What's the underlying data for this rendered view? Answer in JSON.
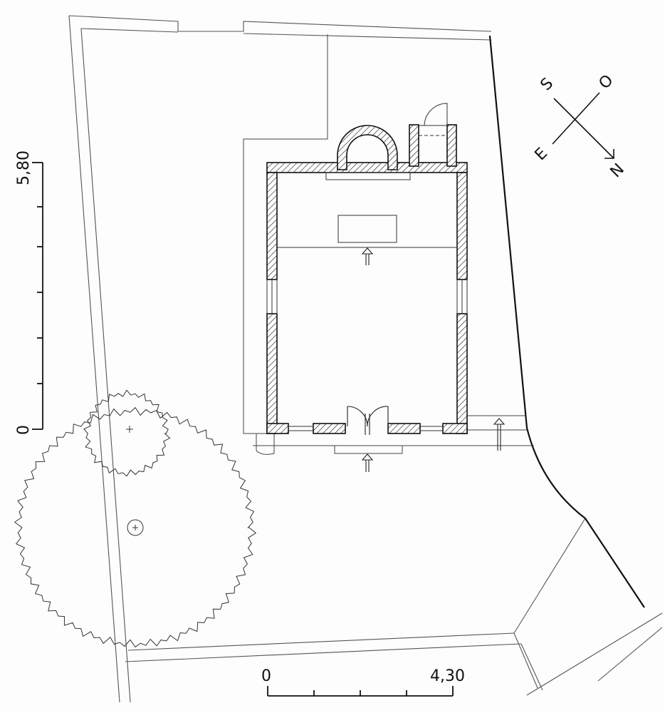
{
  "compass": {
    "south": "S",
    "west": "O",
    "east": "E",
    "north": "N"
  },
  "vertical_scale": {
    "start_label": "0",
    "end_label": "5,80"
  },
  "horizontal_scale": {
    "start_label": "0",
    "end_label": "4,30"
  },
  "colors": {
    "ink": "#111111",
    "pencil": "#555555",
    "hatch": "#222222"
  }
}
